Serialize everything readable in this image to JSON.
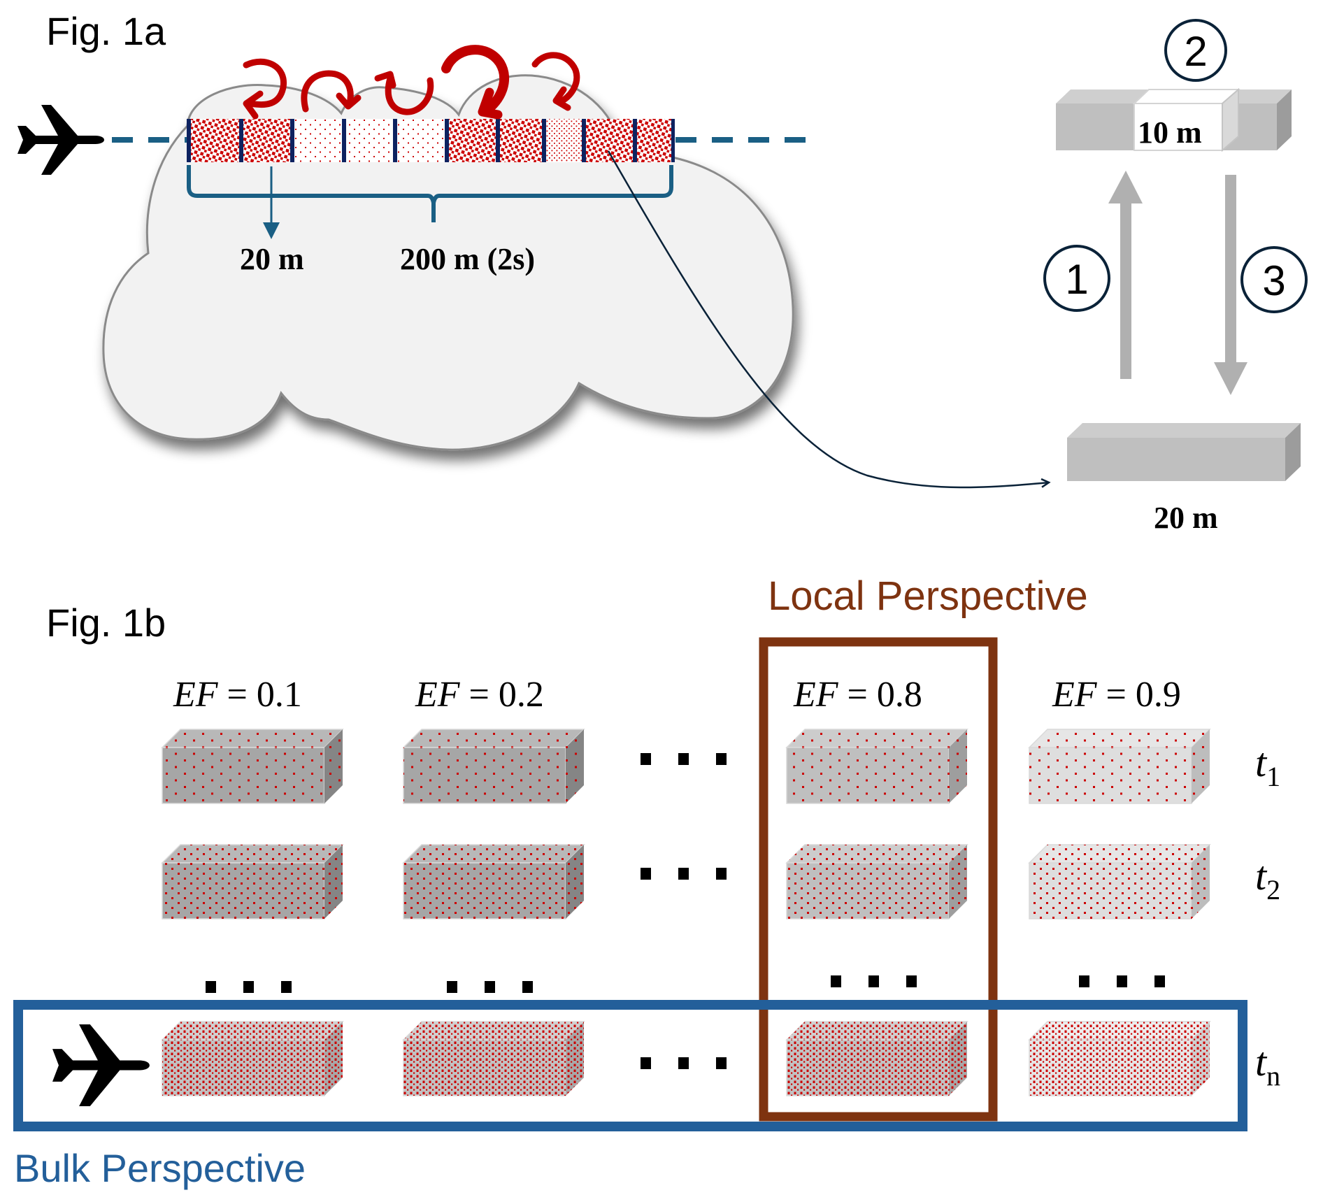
{
  "fig1a": {
    "title": "Fig. 1a",
    "segment_label": "20 m",
    "window_label": "200 m (2s)",
    "segments": [
      {
        "density": "dense"
      },
      {
        "density": "dense"
      },
      {
        "density": "sparse"
      },
      {
        "density": "sparse"
      },
      {
        "density": "sparse"
      },
      {
        "density": "dense"
      },
      {
        "density": "dense"
      },
      {
        "density": "fine"
      },
      {
        "density": "dense"
      },
      {
        "density": "dense"
      }
    ],
    "eddy_count": 5,
    "inset": {
      "step1": "1",
      "step2": "2",
      "step3": "3",
      "subsegment_label": "10 m",
      "segment_label": "20 m"
    }
  },
  "fig1b": {
    "title": "Fig. 1b",
    "local_perspective": "Local Perspective",
    "bulk_perspective": "Bulk Perspective",
    "columns": [
      {
        "ef_var": "EF",
        "ef_value": "0.1",
        "label": "EF = 0.1",
        "shade": "dark"
      },
      {
        "ef_var": "EF",
        "ef_value": "0.2",
        "label": "EF = 0.2",
        "shade": "dark"
      },
      {
        "ellipsis": "..."
      },
      {
        "ef_var": "EF",
        "ef_value": "0.8",
        "label": "EF = 0.8",
        "shade": "medium"
      },
      {
        "ef_var": "EF",
        "ef_value": "0.9",
        "label": "EF = 0.9",
        "shade": "light"
      }
    ],
    "rows": [
      {
        "t": "t",
        "sub": "1",
        "density": "low"
      },
      {
        "t": "t",
        "sub": "2",
        "density": "medium"
      },
      {
        "ellipsis": "..."
      },
      {
        "t": "t",
        "sub": "n",
        "density": "high"
      }
    ]
  },
  "colors": {
    "eddy_red": "#c00000",
    "particle_red": "#cc0000",
    "divider_navy": "#0d2260",
    "track_teal": "#1a5f84",
    "local_brown": "#7e3310",
    "bulk_blue": "#235f9a",
    "cloud_fill": "#f2f2f2",
    "cloud_stroke": "#8a8a8a",
    "box_gray": "#a6a6a6",
    "box_gray_medium": "#bfbfbf",
    "box_gray_light": "#dedede",
    "arrow_gray": "#b0b0b0"
  }
}
